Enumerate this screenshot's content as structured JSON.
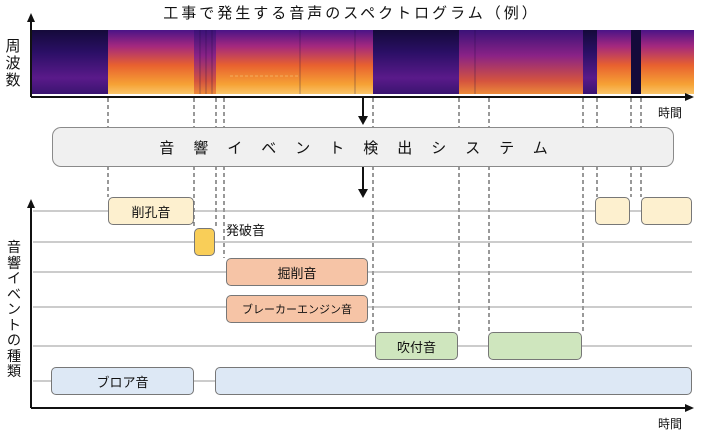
{
  "title": "工事で発生する音声のスペクトログラム（例）",
  "spectrogram_axis_label": "周波数",
  "time_label_top": "時間",
  "system_label": "音響イベント検出システム",
  "event_axis_label": "音響イベントの種類",
  "time_label_bottom": "時間",
  "events": {
    "drilling": "削孔音",
    "blasting": "発破音",
    "excavation": "掘削音",
    "breaker_engine": "ブレーカーエンジン音",
    "spraying": "吹付音",
    "blower": "ブロア音"
  },
  "colors": {
    "drilling": "#fdf0cf",
    "blasting": "#f9ce58",
    "excavation": "#f6c4a6",
    "spraying": "#cfe6be",
    "blower": "#dde8f5",
    "system_box": "#f0f0f0"
  }
}
